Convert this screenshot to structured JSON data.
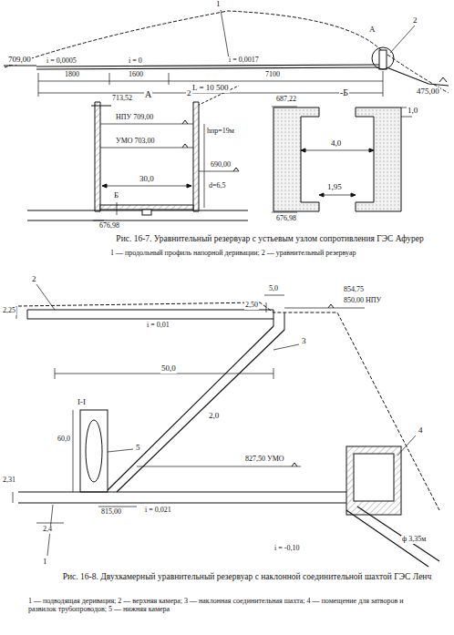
{
  "diagram": {
    "labels": [
      "1",
      "2",
      "А",
      "709,00",
      "i = 0,0005",
      "i = 0",
      "i = 0,0017",
      "475,00",
      "1800",
      "1600",
      "7100",
      "L = 10 500",
      "А",
      "713,52",
      "2",
      "НПУ 709,00",
      "УМО 703,00",
      "30,0",
      "hпр=19м",
      "690,00",
      "d=6,5",
      "Б",
      "676,98",
      "-Б",
      "687,22",
      "4,0",
      "1,0",
      "1,95",
      "676,98",
      "Рис. 16-7. Уравнительный резервуар с устьевым узлом сопротивления ГЭС Афурер",
      "1 — продольный профиль напорной деривации; 2 — уравнительный резервуар",
      "2,25",
      "2",
      "5,0",
      "2,50",
      "854,75",
      "850,00 НПУ",
      "i = 0,01",
      "50,0",
      "3",
      "2,0",
      "I-I",
      "60,0",
      "5",
      "827,50 УМО",
      "2,31",
      "815,00",
      "i = 0,021",
      "2,4",
      "4",
      "1",
      "i = -0,10",
      "ф 3,35м",
      "Рис. 16-8. Двухкамерный уравнительный резервуар с наклонной соединительной шахтой ГЭС Ленч",
      "1 — подводящая деривация; 2 — верхняя камера; 3 — наклонная соединительная шахта; 4 — помещение для затворов и развилок трубопроводов; 5 — нижняя камера"
    ]
  }
}
